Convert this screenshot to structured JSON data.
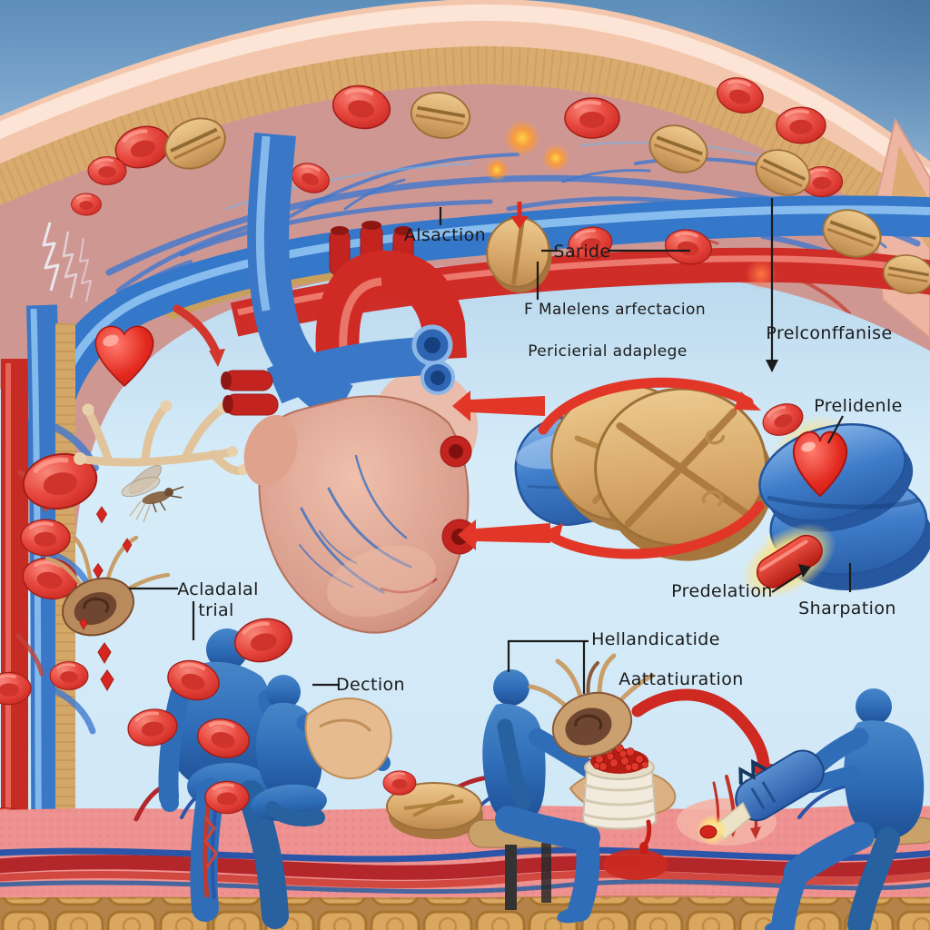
{
  "labels": {
    "alsaction": "Alsaction",
    "saride": "Saride",
    "malelens": "F Malelens arfectacion",
    "pericierial": "Pericierial adaplege",
    "prelcontanise": "Prelconffanise",
    "prelidenle": "Prelidenle",
    "predelation": "Predelation",
    "sharpation": "Sharpation",
    "acladalal": "Acladalal",
    "trial": "trial",
    "dection": "Dection",
    "hellandicatide": "Hellandicatide",
    "aattatiuration": "Aattatiuration"
  },
  "palette": {
    "sky_top": "#5d8db9",
    "sky_light": "#d6ecf9",
    "wall_outer": "#f3c7ad",
    "wall_tan": "#d9ab6f",
    "tissue_pink": "#cf9792",
    "vein_blue": "#3577c8",
    "artery_red": "#cf2d28",
    "rbc_red": "#e14a40",
    "pill_tan": "#d9a96b",
    "pill_blue": "#3c78c4",
    "figure_blue": "#2f6db8",
    "heart_muscle": "#d89c8b",
    "bottom_tissue": "#ee9190",
    "cell_layer_tan": "#d9a75f",
    "cycle_arrow_red": "#e23728",
    "glow_yellow": "#ffe27a",
    "label_text": "#1b1b1b"
  }
}
